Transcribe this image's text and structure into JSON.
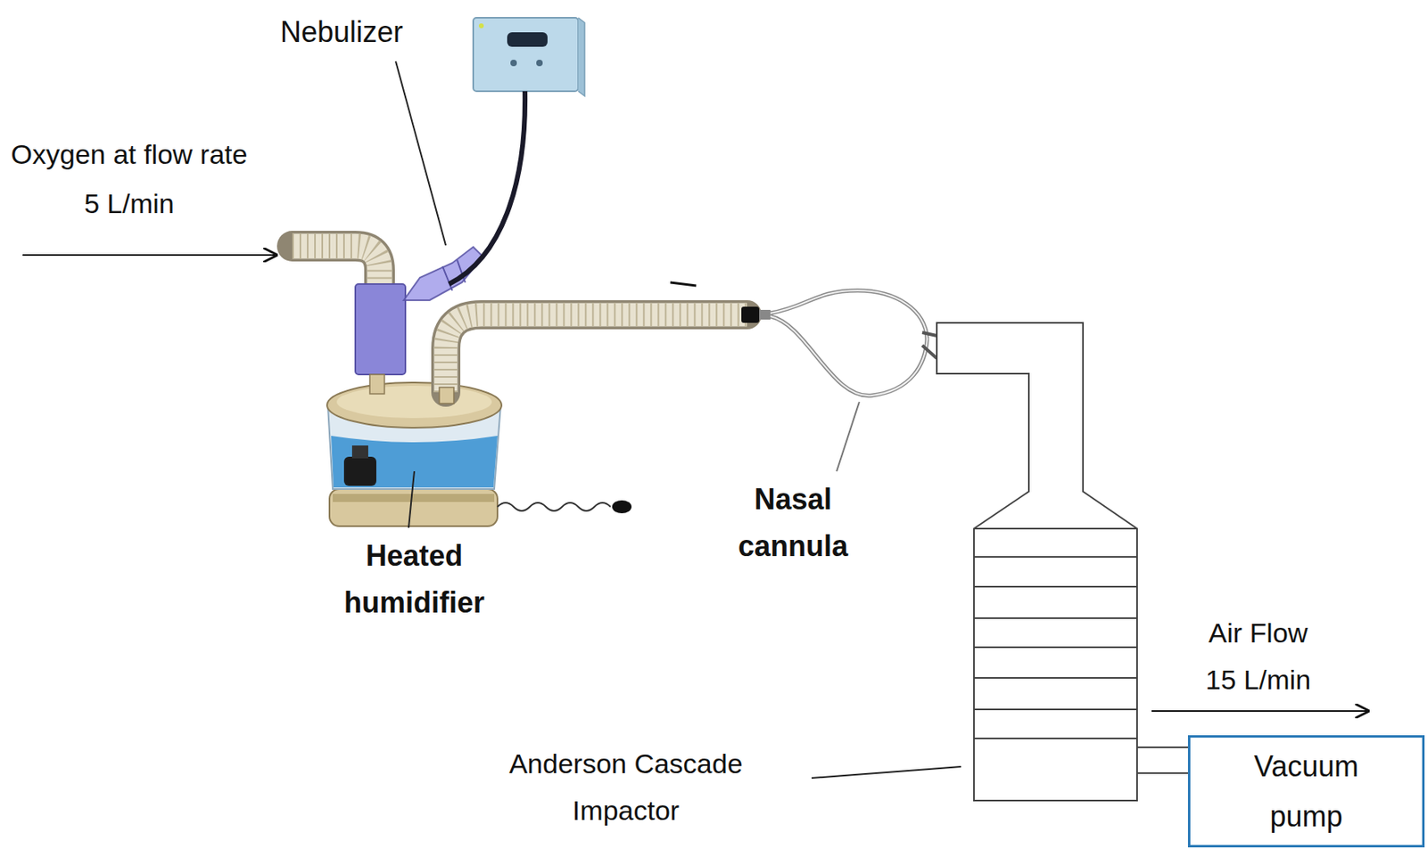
{
  "diagram": {
    "nodes": [
      {
        "text": [
          "Vacuum pump"
        ]
      }
    ],
    "labels": [
      "Nebulizer",
      "Oxygen at flow rate 5 L/min",
      "Heated humidifier",
      "Nasal cannula",
      "Anderson Cascade Impactor",
      "Air Flow 15 L/min"
    ]
  }
}
